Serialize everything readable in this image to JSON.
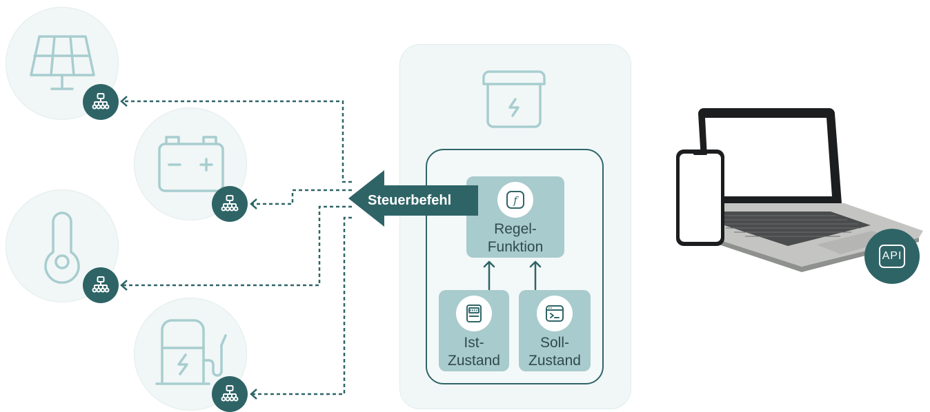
{
  "devices": [
    {
      "name": "solar-panel",
      "icon": "solar-panel-icon"
    },
    {
      "name": "battery",
      "icon": "battery-icon"
    },
    {
      "name": "thermostat",
      "icon": "thermometer-icon"
    },
    {
      "name": "ev-charger",
      "icon": "ev-charger-icon"
    }
  ],
  "controller": {
    "command_label": "Steuerbefehl",
    "function_label_line1": "Regel-",
    "function_label_line2": "Funktion",
    "ist_line1": "Ist-",
    "ist_line2": "Zustand",
    "soll_line1": "Soll-",
    "soll_line2": "Zustand"
  },
  "api": {
    "label": "API"
  },
  "colors": {
    "primary": "#2f6467",
    "light_teal": "#a8cbcd",
    "icon_stroke": "#a7cdcf",
    "panel_bg": "#f1f7f7"
  }
}
